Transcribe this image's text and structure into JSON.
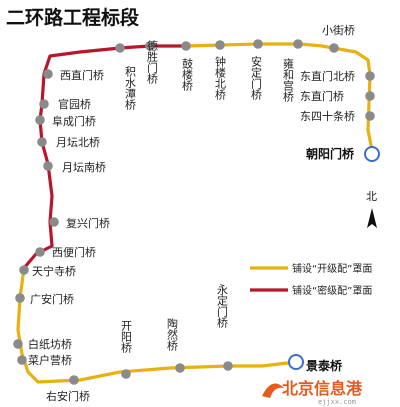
{
  "map": {
    "title": "二环路工程标段",
    "north_label": "北",
    "colors": {
      "open_section": "#e9b10f",
      "dense_section": "#b6172a",
      "station_fill": "#8a8a8a",
      "endpoint_stroke": "#3a6ec8"
    },
    "endpoints": {
      "start": "朝阳门桥",
      "end": "景泰桥"
    },
    "legend": {
      "open": "铺设“开级配”罩面",
      "dense": "铺设“密级配”罩面"
    },
    "stations": {
      "xiaojieqiao": "小街桥",
      "dongzhimen_bei": "东直门北桥",
      "dongzhimen": "东直门桥",
      "dongsishitiao": "东四十条桥",
      "yonghegong": "雍和宫桥",
      "andingmen": "安定门桥",
      "zhonglou_bei": "钟楼北桥",
      "gulou": "鼓楼桥",
      "deshengmen": "德胜门桥",
      "jishuitan": "积水潭桥",
      "xizhimen": "西直门桥",
      "guanyuan": "官园桥",
      "fuchengmen": "阜成门桥",
      "yuetan_bei": "月坛北桥",
      "yuetan_nan": "月坛南桥",
      "fuxingmen": "复兴门桥",
      "xibianmen": "西便门桥",
      "tianningsi": "天宁寺桥",
      "guanganmen": "广安门桥",
      "baizhifang": "白纸坊桥",
      "caihuying": "菜户营桥",
      "youanmen": "右安门桥",
      "kaiyang": "开阳桥",
      "taoran": "陶然桥",
      "yongdingmen": "永定门桥"
    },
    "watermark": {
      "brand": "北京信息港",
      "url": "ejjxx.com"
    }
  }
}
